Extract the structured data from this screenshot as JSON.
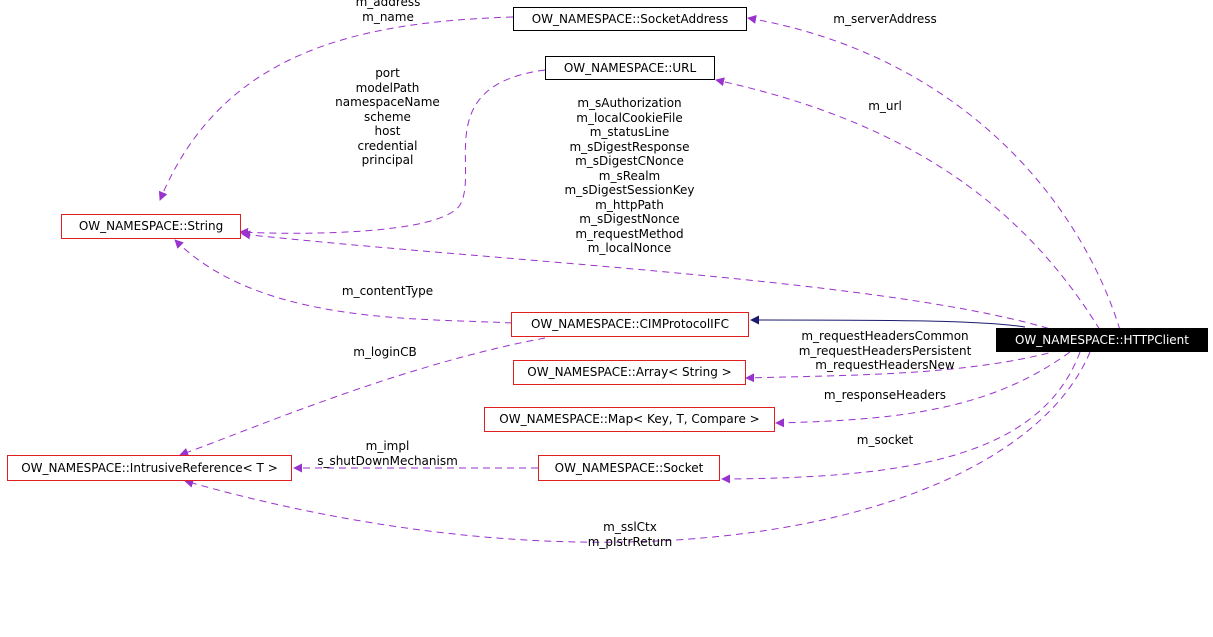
{
  "colors": {
    "usage_edge": "#9a32cd",
    "inherit_edge": "#1a1a6e",
    "class_border": "#e02020"
  },
  "nodes": {
    "socketaddress": "OW_NAMESPACE::SocketAddress",
    "url": "OW_NAMESPACE::URL",
    "string": "OW_NAMESPACE::String",
    "cimprotocol": "OW_NAMESPACE::CIMProtocolIFC",
    "array": "OW_NAMESPACE::Array< String >",
    "map": "OW_NAMESPACE::Map< Key, T, Compare >",
    "intrusive": "OW_NAMESPACE::IntrusiveReference< T >",
    "socket": "OW_NAMESPACE::Socket",
    "httpclient": "OW_NAMESPACE::HTTPClient"
  },
  "labels": {
    "addr_name": "m_address\nm_name",
    "server_address": "m_serverAddress",
    "url_fields": "port\nmodelPath\nnamespaceName\nscheme\nhost\ncredential\nprincipal",
    "m_url": "m_url",
    "string_fields": "m_sAuthorization\nm_localCookieFile\nm_statusLine\nm_sDigestResponse\nm_sDigestCNonce\nm_sRealm\nm_sDigestSessionKey\nm_httpPath\nm_sDigestNonce\nm_requestMethod\nm_localNonce",
    "content_type": "m_contentType",
    "login_cb": "m_loginCB",
    "request_headers": "m_requestHeadersCommon\nm_requestHeadersPersistent\nm_requestHeadersNew",
    "response_headers": "m_responseHeaders",
    "m_socket": "m_socket",
    "impl_shutdown": "m_impl\ns_shutDownMechanism",
    "sslctx": "m_sslCtx\nm_pIstrReturn"
  }
}
